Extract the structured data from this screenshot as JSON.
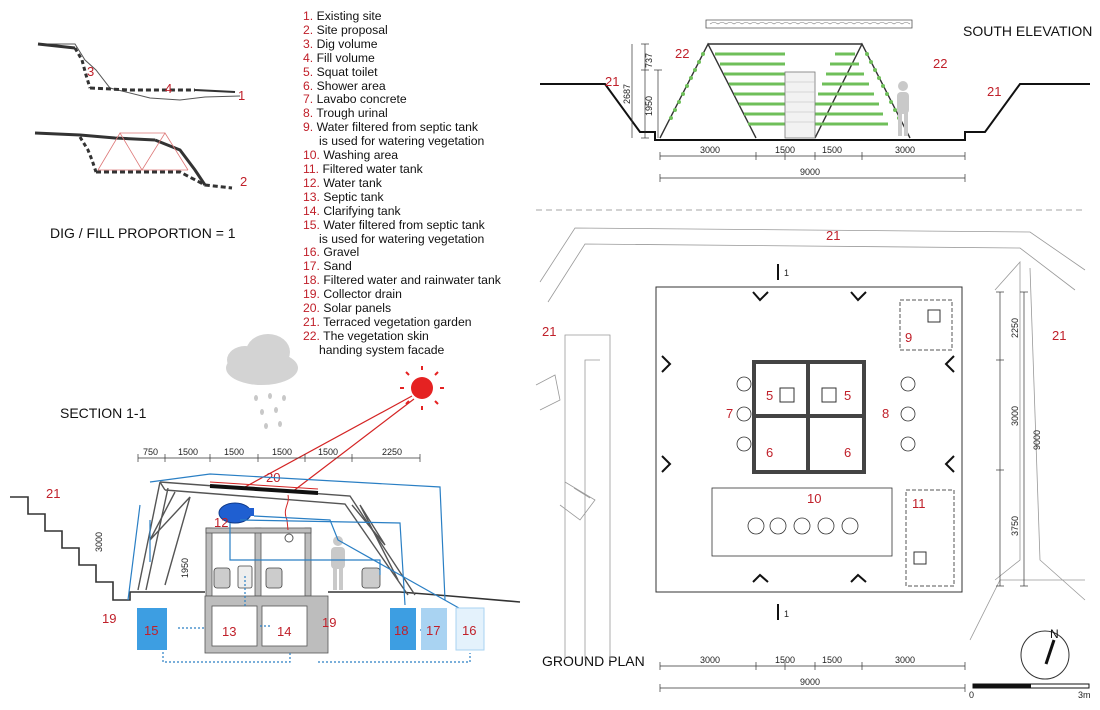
{
  "legend": [
    {
      "num": "1.",
      "text": "Existing site"
    },
    {
      "num": "2.",
      "text": "Site proposal"
    },
    {
      "num": "3.",
      "text": "Dig volume"
    },
    {
      "num": "4.",
      "text": "Fill volume"
    },
    {
      "num": "5.",
      "text": "Squat toilet"
    },
    {
      "num": "6.",
      "text": "Shower area"
    },
    {
      "num": "7.",
      "text": "Lavabo concrete"
    },
    {
      "num": "8.",
      "text": "Trough urinal"
    },
    {
      "num": "9.",
      "text": "Water filtered from septic tank",
      "cont": "is used for watering vegetation"
    },
    {
      "num": "10.",
      "text": "Washing area"
    },
    {
      "num": "11.",
      "text": "Filtered water tank"
    },
    {
      "num": "12.",
      "text": "Water tank"
    },
    {
      "num": "13.",
      "text": "Septic tank"
    },
    {
      "num": "14.",
      "text": "Clarifying tank"
    },
    {
      "num": "15.",
      "text": "Water filtered from septic tank",
      "cont": "is used for watering vegetation"
    },
    {
      "num": "16.",
      "text": "Gravel"
    },
    {
      "num": "17.",
      "text": "Sand"
    },
    {
      "num": "18.",
      "text": "Filtered water and rainwater tank"
    },
    {
      "num": "19.",
      "text": "Collector drain"
    },
    {
      "num": "20.",
      "text": "Solar panels"
    },
    {
      "num": "21.",
      "text": "Terraced vegetation garden"
    },
    {
      "num": "22.",
      "text": "The vegetation skin",
      "cont": "handing system facade"
    }
  ],
  "dig_fill": {
    "label_dig": "3",
    "label_fill": "4",
    "label_existing": "1",
    "label_proposal": "2",
    "proportion": "DIG / FILL PROPORTION = 1"
  },
  "section": {
    "title": "SECTION 1-1",
    "dims": [
      "750",
      "1500",
      "1500",
      "1500",
      "1500",
      "2250"
    ],
    "height_dim": "1950",
    "stair_dim": "3000",
    "labels": {
      "terrace": "21",
      "solar": "20",
      "water_tank": "12",
      "drain_left": "19",
      "drain_right": "19",
      "septic_filtered": "15",
      "septic": "13",
      "clarifying": "14",
      "filtered_rain": "18",
      "sand": "17",
      "gravel": "16"
    },
    "colors": {
      "pipe": "#2a7fc4",
      "sun_ray": "#d42424",
      "tank": "#3d9ee2",
      "tank_light": "#cfe7f8",
      "tank_mid": "#a9d3f2",
      "sun": "#e52222",
      "cloud": "#d3d3d3"
    }
  },
  "elevation": {
    "title": "SOUTH ELEVATION",
    "dims_bottom": [
      "3000",
      "1500",
      "1500",
      "3000"
    ],
    "total": "9000",
    "dims_left": [
      "737",
      "2687",
      "1950"
    ],
    "labels": {
      "facade_left": "22",
      "facade_right": "22",
      "garden_left": "21",
      "garden_right": "21"
    },
    "colors": {
      "vegetation": "#6fbf5a"
    }
  },
  "plan": {
    "title": "GROUND PLAN",
    "dims_bottom": [
      "3000",
      "1500",
      "1500",
      "3000"
    ],
    "total": "9000",
    "dims_right": [
      "2250",
      "3000",
      "3750"
    ],
    "total_right": "9000",
    "labels": {
      "garden_top": "21",
      "garden_left": "21",
      "garden_right": "21",
      "filtered_septic": "9",
      "toilet_left": "5",
      "toilet_right": "5",
      "shower_left": "6",
      "shower_right": "6",
      "lavabo": "7",
      "urinal": "8",
      "washing": "10",
      "filtered_tank": "11"
    },
    "section_mark_top": "1",
    "section_mark_bottom": "1",
    "north": "N",
    "scale_start": "0",
    "scale_end": "3m"
  }
}
